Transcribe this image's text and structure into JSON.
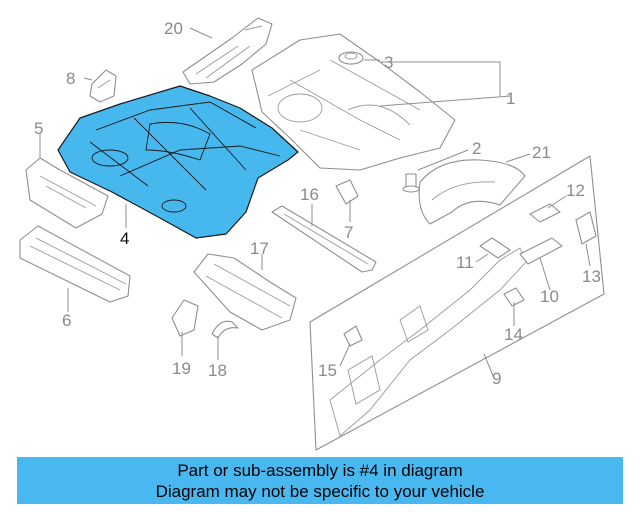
{
  "callouts": {
    "c1": "1",
    "c2": "2",
    "c3": "3",
    "c4": "4",
    "c5": "5",
    "c6": "6",
    "c7": "7",
    "c8": "8",
    "c9": "9",
    "c10": "10",
    "c11": "11",
    "c12": "12",
    "c13": "13",
    "c14": "14",
    "c15": "15",
    "c16": "16",
    "c17": "17",
    "c18": "18",
    "c19": "19",
    "c20": "20",
    "c21": "21"
  },
  "highlighted_part": "4",
  "colors": {
    "highlight": "#46b8ee",
    "banner": "#4ab8f0",
    "linework": "#8f8f8f"
  },
  "banner": {
    "line1": "Part or sub-assembly is #4 in diagram",
    "line2": "Diagram may not be specific to your vehicle"
  }
}
